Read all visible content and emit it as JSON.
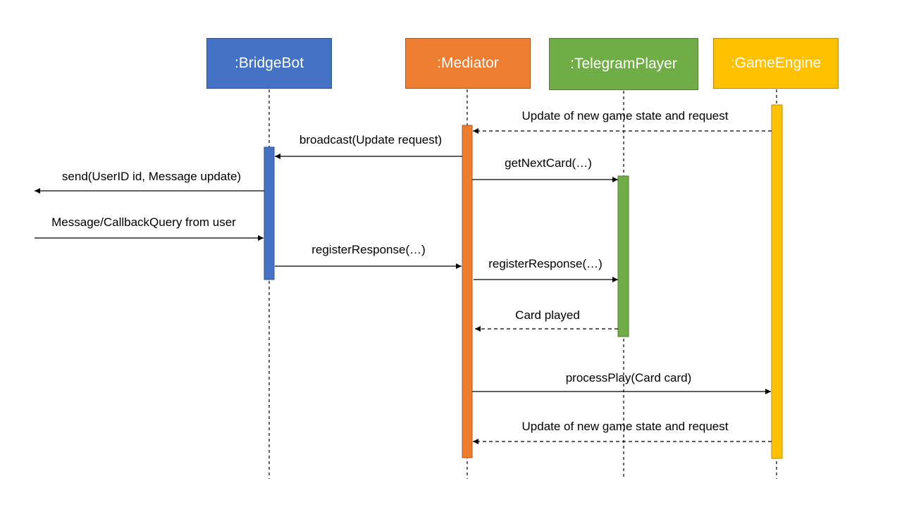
{
  "participants": [
    {
      "name": ":BridgeBot",
      "fill": "#4472C4",
      "stroke": "#2F528F"
    },
    {
      "name": ":Mediator",
      "fill": "#ED7D31",
      "stroke": "#AE5A21"
    },
    {
      "name": ":TelegramPlayer",
      "fill": "#70AD47",
      "stroke": "#507E32"
    },
    {
      "name": ":GameEngine",
      "fill": "#FFC000",
      "stroke": "#BC8C00"
    }
  ],
  "messages": [
    {
      "label": "Update of new game state and request",
      "from": ":GameEngine",
      "to": ":Mediator",
      "kind": "return"
    },
    {
      "label": "broadcast(Update request)",
      "from": ":Mediator",
      "to": ":BridgeBot",
      "kind": "call"
    },
    {
      "label": "getNextCard(…)",
      "from": ":Mediator",
      "to": ":TelegramPlayer",
      "kind": "call"
    },
    {
      "label": "send(UserID id, Message update)",
      "from": ":BridgeBot",
      "to": "outside",
      "kind": "call"
    },
    {
      "label": "Message/CallbackQuery from user",
      "from": "outside",
      "to": ":BridgeBot",
      "kind": "call"
    },
    {
      "label": "registerResponse(…)",
      "from": ":BridgeBot",
      "to": ":Mediator",
      "kind": "call"
    },
    {
      "label": "registerResponse(…)",
      "from": ":Mediator",
      "to": ":TelegramPlayer",
      "kind": "call"
    },
    {
      "label": "Card played",
      "from": ":TelegramPlayer",
      "to": ":Mediator",
      "kind": "return"
    },
    {
      "label": "processPlay(Card card)",
      "from": ":Mediator",
      "to": ":GameEngine",
      "kind": "call"
    },
    {
      "label": "Update of new game state and request",
      "from": ":GameEngine",
      "to": ":Mediator",
      "kind": "return"
    }
  ]
}
